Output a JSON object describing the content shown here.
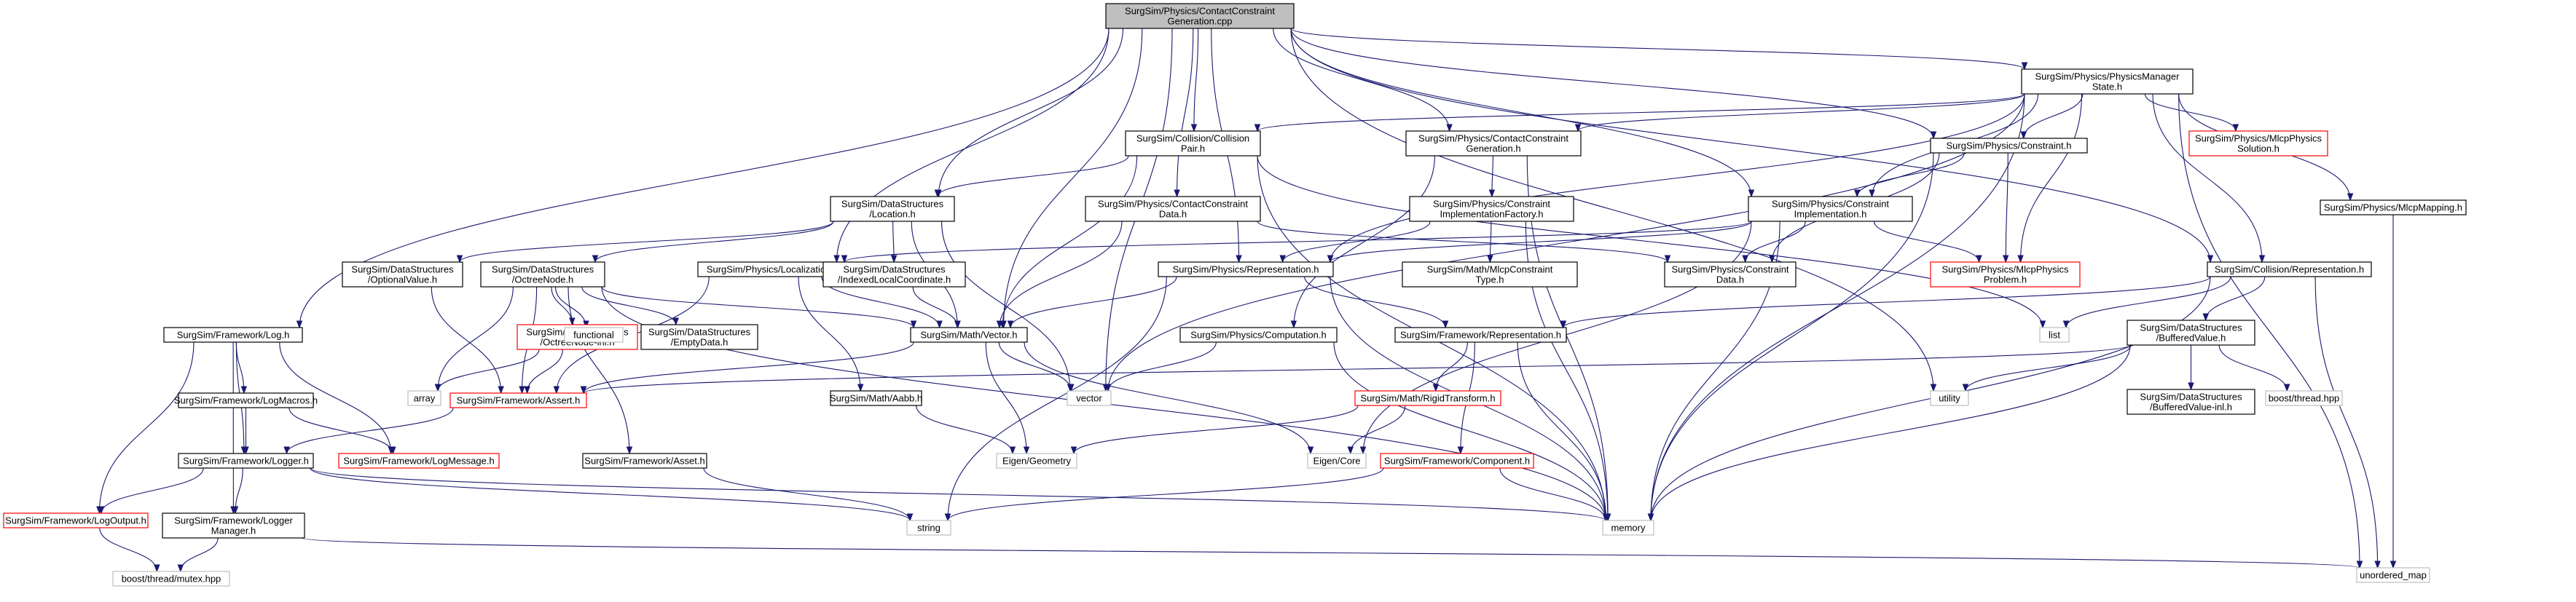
{
  "colors": {
    "edge": "#191970",
    "box_border": "#000000",
    "box_border_incomplete": "#ff0000",
    "box_border_external": "#bfbfbf",
    "root_fill": "#bfbfbf",
    "background": "#ffffff"
  },
  "nodes": [
    {
      "id": "root",
      "kind": "root",
      "lines": [
        "SurgSim/Physics/ContactConstraint",
        "Generation.cpp"
      ]
    },
    {
      "id": "log",
      "kind": "file",
      "lines": [
        "SurgSim/Framework/Log.h"
      ]
    },
    {
      "id": "logmacros",
      "kind": "file",
      "lines": [
        "SurgSim/Framework/LogMacros.h"
      ]
    },
    {
      "id": "logger",
      "kind": "file",
      "lines": [
        "SurgSim/Framework/Logger.h"
      ]
    },
    {
      "id": "logoutput",
      "kind": "incomplete",
      "lines": [
        "SurgSim/Framework/LogOutput.h"
      ]
    },
    {
      "id": "loggermgr",
      "kind": "file",
      "lines": [
        "SurgSim/Framework/Logger",
        "Manager.h"
      ]
    },
    {
      "id": "logmessage",
      "kind": "incomplete",
      "lines": [
        "SurgSim/Framework/LogMessage.h"
      ]
    },
    {
      "id": "mutex",
      "kind": "external",
      "lines": [
        "boost/thread/mutex.hpp"
      ]
    },
    {
      "id": "optval",
      "kind": "file",
      "lines": [
        "SurgSim/DataStructures",
        "/OptionalValue.h"
      ]
    },
    {
      "id": "octree",
      "kind": "file",
      "lines": [
        "SurgSim/DataStructures",
        "/OctreeNode.h"
      ]
    },
    {
      "id": "octreeinl",
      "kind": "incomplete",
      "lines": [
        "SurgSim/DataStructures",
        "/OctreeNode-inl.h"
      ]
    },
    {
      "id": "array",
      "kind": "external",
      "lines": [
        "array"
      ]
    },
    {
      "id": "functional",
      "kind": "external",
      "lines": [
        "functional"
      ]
    },
    {
      "id": "emptydata",
      "kind": "file",
      "lines": [
        "SurgSim/DataStructures",
        "/EmptyData.h"
      ]
    },
    {
      "id": "assert",
      "kind": "incomplete",
      "lines": [
        "SurgSim/Framework/Assert.h"
      ]
    },
    {
      "id": "asset",
      "kind": "file",
      "lines": [
        "SurgSim/Framework/Asset.h"
      ]
    },
    {
      "id": "location",
      "kind": "file",
      "lines": [
        "SurgSim/DataStructures",
        "/Location.h"
      ]
    },
    {
      "id": "localization",
      "kind": "file",
      "lines": [
        "SurgSim/Physics/Localization.h"
      ]
    },
    {
      "id": "idxlocal",
      "kind": "file",
      "lines": [
        "SurgSim/DataStructures",
        "/IndexedLocalCoordinate.h"
      ]
    },
    {
      "id": "aabb",
      "kind": "file",
      "lines": [
        "SurgSim/Math/Aabb.h"
      ]
    },
    {
      "id": "vector",
      "kind": "file",
      "lines": [
        "SurgSim/Math/Vector.h"
      ]
    },
    {
      "id": "collpair",
      "kind": "file",
      "lines": [
        "SurgSim/Collision/Collision",
        "Pair.h"
      ]
    },
    {
      "id": "ccdata",
      "kind": "file",
      "lines": [
        "SurgSim/Physics/ContactConstraint",
        "Data.h"
      ]
    },
    {
      "id": "ccgen",
      "kind": "file",
      "lines": [
        "SurgSim/Physics/ContactConstraint",
        "Generation.h"
      ]
    },
    {
      "id": "cimplfactory",
      "kind": "file",
      "lines": [
        "SurgSim/Physics/Constraint",
        "ImplementationFactory.h"
      ]
    },
    {
      "id": "mlcptype",
      "kind": "file",
      "lines": [
        "SurgSim/Math/MlcpConstraint",
        "Type.h"
      ]
    },
    {
      "id": "physrep",
      "kind": "file",
      "lines": [
        "SurgSim/Physics/Representation.h"
      ]
    },
    {
      "id": "computation",
      "kind": "file",
      "lines": [
        "SurgSim/Physics/Computation.h"
      ]
    },
    {
      "id": "fwrep",
      "kind": "file",
      "lines": [
        "SurgSim/Framework/Representation.h"
      ]
    },
    {
      "id": "rigidtf",
      "kind": "incomplete",
      "lines": [
        "SurgSim/Math/RigidTransform.h"
      ]
    },
    {
      "id": "component",
      "kind": "incomplete",
      "lines": [
        "SurgSim/Framework/Component.h"
      ]
    },
    {
      "id": "vectorstd",
      "kind": "external",
      "lines": [
        "vector"
      ]
    },
    {
      "id": "eigengeo",
      "kind": "external",
      "lines": [
        "Eigen/Geometry"
      ]
    },
    {
      "id": "eigencore",
      "kind": "external",
      "lines": [
        "Eigen/Core"
      ]
    },
    {
      "id": "string",
      "kind": "external",
      "lines": [
        "string"
      ]
    },
    {
      "id": "memory",
      "kind": "external",
      "lines": [
        "memory"
      ]
    },
    {
      "id": "pmstate",
      "kind": "file",
      "lines": [
        "SurgSim/Physics/PhysicsManager",
        "State.h"
      ]
    },
    {
      "id": "constraint",
      "kind": "file",
      "lines": [
        "SurgSim/Physics/Constraint.h"
      ]
    },
    {
      "id": "cimpl",
      "kind": "file",
      "lines": [
        "SurgSim/Physics/Constraint",
        "Implementation.h"
      ]
    },
    {
      "id": "cdata",
      "kind": "file",
      "lines": [
        "SurgSim/Physics/Constraint",
        "Data.h"
      ]
    },
    {
      "id": "mlcpproblem",
      "kind": "incomplete",
      "lines": [
        "SurgSim/Physics/MlcpPhysics",
        "Problem.h"
      ]
    },
    {
      "id": "mlcpsolution",
      "kind": "incomplete",
      "lines": [
        "SurgSim/Physics/MlcpPhysics",
        "Solution.h"
      ]
    },
    {
      "id": "mlcpmapping",
      "kind": "file",
      "lines": [
        "SurgSim/Physics/MlcpMapping.h"
      ]
    },
    {
      "id": "collrep",
      "kind": "file",
      "lines": [
        "SurgSim/Collision/Representation.h"
      ]
    },
    {
      "id": "bufval",
      "kind": "file",
      "lines": [
        "SurgSim/DataStructures",
        "/BufferedValue.h"
      ]
    },
    {
      "id": "bufvalinl",
      "kind": "file",
      "lines": [
        "SurgSim/DataStructures",
        "/BufferedValue-inl.h"
      ]
    },
    {
      "id": "boostthread",
      "kind": "external",
      "lines": [
        "boost/thread.hpp"
      ]
    },
    {
      "id": "list",
      "kind": "external",
      "lines": [
        "list"
      ]
    },
    {
      "id": "utility",
      "kind": "external",
      "lines": [
        "utility"
      ]
    },
    {
      "id": "unordered",
      "kind": "external",
      "lines": [
        "unordered_map"
      ]
    }
  ],
  "edges": [
    [
      "root",
      "log"
    ],
    [
      "root",
      "location"
    ],
    [
      "root",
      "localization"
    ],
    [
      "root",
      "collpair"
    ],
    [
      "root",
      "ccdata"
    ],
    [
      "root",
      "ccgen"
    ],
    [
      "root",
      "physrep"
    ],
    [
      "root",
      "vector"
    ],
    [
      "root",
      "vectorstd"
    ],
    [
      "root",
      "pmstate"
    ],
    [
      "root",
      "constraint"
    ],
    [
      "root",
      "cimpl"
    ],
    [
      "root",
      "collrep"
    ],
    [
      "root",
      "utility"
    ],
    [
      "log",
      "logmacros"
    ],
    [
      "log",
      "logger"
    ],
    [
      "log",
      "logoutput"
    ],
    [
      "log",
      "loggermgr"
    ],
    [
      "log",
      "logmessage"
    ],
    [
      "logmacros",
      "logger"
    ],
    [
      "logmacros",
      "logmessage"
    ],
    [
      "logger",
      "logoutput"
    ],
    [
      "logger",
      "loggermgr"
    ],
    [
      "logger",
      "string"
    ],
    [
      "logger",
      "memory"
    ],
    [
      "loggermgr",
      "mutex"
    ],
    [
      "loggermgr",
      "unordered"
    ],
    [
      "logoutput",
      "mutex"
    ],
    [
      "assert",
      "logger"
    ],
    [
      "optval",
      "assert"
    ],
    [
      "octree",
      "octreeinl"
    ],
    [
      "octree",
      "array"
    ],
    [
      "octree",
      "functional"
    ],
    [
      "octree",
      "emptydata"
    ],
    [
      "octree",
      "assert"
    ],
    [
      "octree",
      "asset"
    ],
    [
      "octree",
      "memory"
    ],
    [
      "octree",
      "vector"
    ],
    [
      "octreeinl",
      "array"
    ],
    [
      "octreeinl",
      "assert"
    ],
    [
      "asset",
      "string"
    ],
    [
      "location",
      "optval"
    ],
    [
      "location",
      "octree"
    ],
    [
      "location",
      "idxlocal"
    ],
    [
      "location",
      "vector"
    ],
    [
      "location",
      "vectorstd"
    ],
    [
      "localization",
      "vector"
    ],
    [
      "localization",
      "assert"
    ],
    [
      "localization",
      "aabb"
    ],
    [
      "idxlocal",
      "vector"
    ],
    [
      "aabb",
      "eigengeo"
    ],
    [
      "vector",
      "vectorstd"
    ],
    [
      "vector",
      "eigencore"
    ],
    [
      "vector",
      "eigengeo"
    ],
    [
      "vector",
      "assert"
    ],
    [
      "collpair",
      "location"
    ],
    [
      "collpair",
      "vector"
    ],
    [
      "collpair",
      "memory"
    ],
    [
      "collpair",
      "list"
    ],
    [
      "ccdata",
      "vector"
    ],
    [
      "ccdata",
      "cdata"
    ],
    [
      "ccgen",
      "cimplfactory"
    ],
    [
      "ccgen",
      "computation"
    ],
    [
      "ccgen",
      "memory"
    ],
    [
      "cimplfactory",
      "mlcptype"
    ],
    [
      "cimplfactory",
      "physrep"
    ],
    [
      "cimplfactory",
      "memory"
    ],
    [
      "physrep",
      "vector"
    ],
    [
      "physrep",
      "fwrep"
    ],
    [
      "physrep",
      "string"
    ],
    [
      "physrep",
      "memory"
    ],
    [
      "computation",
      "vectorstd"
    ],
    [
      "computation",
      "memory"
    ],
    [
      "fwrep",
      "rigidtf"
    ],
    [
      "fwrep",
      "component"
    ],
    [
      "fwrep",
      "memory"
    ],
    [
      "rigidtf",
      "eigengeo"
    ],
    [
      "rigidtf",
      "eigencore"
    ],
    [
      "component",
      "memory"
    ],
    [
      "component",
      "string"
    ],
    [
      "pmstate",
      "collpair"
    ],
    [
      "pmstate",
      "ccgen"
    ],
    [
      "pmstate",
      "constraint"
    ],
    [
      "pmstate",
      "cimpl"
    ],
    [
      "pmstate",
      "mlcpsolution"
    ],
    [
      "pmstate",
      "mlcpmapping"
    ],
    [
      "pmstate",
      "collrep"
    ],
    [
      "pmstate",
      "physrep"
    ],
    [
      "pmstate",
      "mlcpproblem"
    ],
    [
      "pmstate",
      "vectorstd"
    ],
    [
      "pmstate",
      "memory"
    ],
    [
      "pmstate",
      "unordered"
    ],
    [
      "constraint",
      "cimpl"
    ],
    [
      "constraint",
      "cdata"
    ],
    [
      "constraint",
      "mlcpproblem"
    ],
    [
      "constraint",
      "memory"
    ],
    [
      "cimpl",
      "cdata"
    ],
    [
      "cimpl",
      "mlcpproblem"
    ],
    [
      "cimpl",
      "physrep"
    ],
    [
      "cimpl",
      "localization"
    ],
    [
      "cimpl",
      "memory"
    ],
    [
      "cimpl",
      "eigencore"
    ],
    [
      "collrep",
      "fwrep"
    ],
    [
      "collrep",
      "bufval"
    ],
    [
      "collrep",
      "list"
    ],
    [
      "collrep",
      "memory"
    ],
    [
      "collrep",
      "unordered"
    ],
    [
      "bufval",
      "bufvalinl"
    ],
    [
      "bufval",
      "boostthread"
    ],
    [
      "bufval",
      "utility"
    ],
    [
      "bufval",
      "assert"
    ],
    [
      "bufval",
      "memory"
    ],
    [
      "mlcpmapping",
      "unordered"
    ]
  ]
}
